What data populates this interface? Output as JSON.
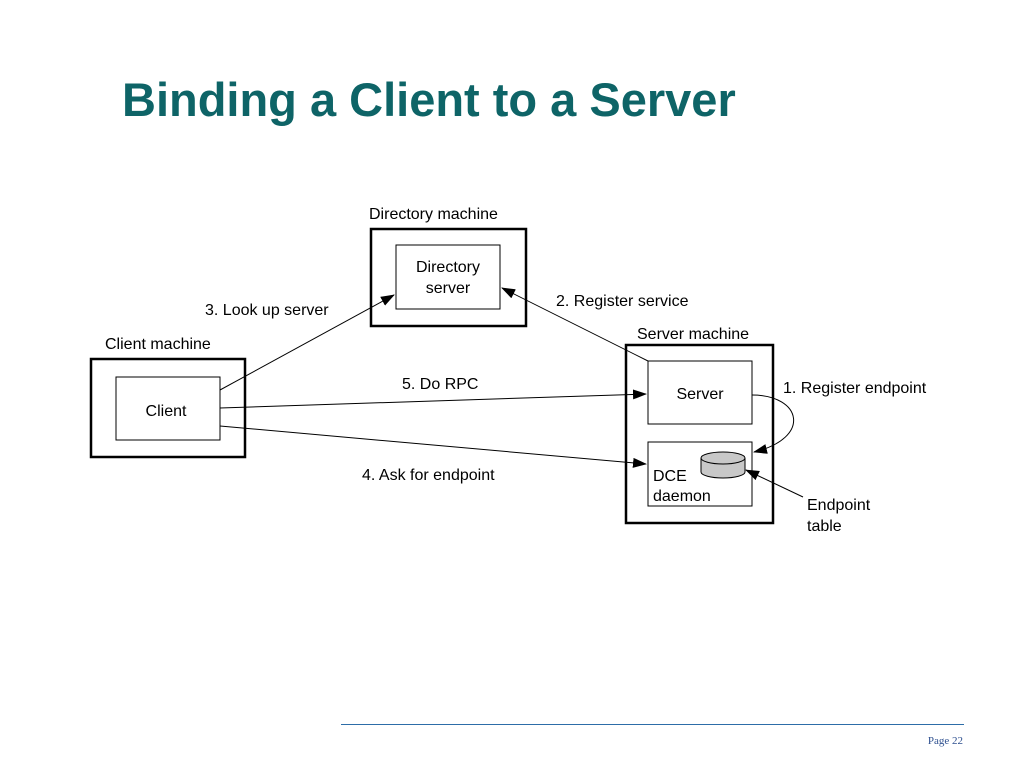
{
  "slide": {
    "title": "Binding a Client to a Server",
    "page_label": "Page 22"
  },
  "colors": {
    "title": "#0e6467",
    "footer_rule": "#2d6da8",
    "page_label": "#2d4f8f",
    "database_fill": "#c8c8c8"
  },
  "diagram": {
    "directory_machine": {
      "label": "Directory machine",
      "inner_line1": "Directory",
      "inner_line2": "server"
    },
    "client_machine": {
      "label": "Client machine",
      "inner": "Client"
    },
    "server_machine": {
      "label": "Server machine",
      "server": "Server",
      "daemon_line1": "DCE",
      "daemon_line2": "daemon"
    },
    "steps": {
      "register_endpoint": "1. Register endpoint",
      "register_service": "2. Register service",
      "look_up_server": "3. Look up server",
      "ask_for_endpoint": "4. Ask for endpoint",
      "do_rpc": "5. Do RPC"
    },
    "endpoint_table": {
      "line1": "Endpoint",
      "line2": "table"
    },
    "icons": {
      "database": "database-icon"
    }
  }
}
